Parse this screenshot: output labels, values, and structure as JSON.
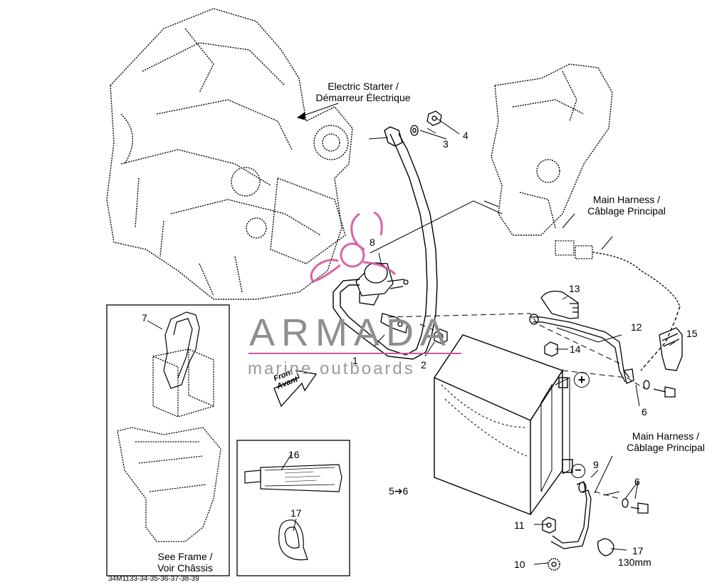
{
  "callouts": {
    "electric_starter": [
      "Electric Starter /",
      "Démarreur Électrique"
    ],
    "main_harness_top": [
      "Main Harness /",
      "Câblage Principal"
    ],
    "main_harness_bottom": [
      "Main Harness /",
      "Câblage Principal"
    ],
    "see_frame": [
      "See Frame /",
      "Voir Châssis"
    ]
  },
  "part_numbers": {
    "p1": "1",
    "p2": "2",
    "p3": "3",
    "p4": "4",
    "p5_6": "5➔6",
    "p6a": "6",
    "p6b": "6",
    "p7": "7",
    "p8": "8",
    "p9": "9",
    "p10": "10",
    "p11": "11",
    "p12": "12",
    "p13": "13",
    "p14": "14",
    "p15": "15",
    "p16": "16",
    "p17a": "17",
    "p17b": "17",
    "p17b_len": "130mm"
  },
  "symbols": {
    "plus": "+",
    "minus": "−"
  },
  "front_arrow": [
    "Front",
    "Avant"
  ],
  "watermark": {
    "brand": "ARMADA",
    "tagline": "marine outboards",
    "color": "#d4559a"
  },
  "diagram_code": "34M1133-34-35-36-37-38-39"
}
